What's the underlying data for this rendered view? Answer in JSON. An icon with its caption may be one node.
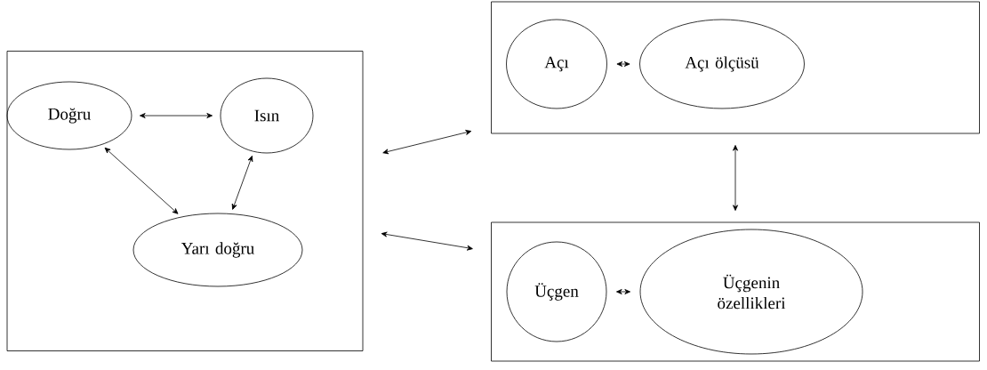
{
  "diagram": {
    "nodes": [
      {
        "text": [],
        "shape": "box"
      },
      {
        "text": [
          "Doğru"
        ],
        "in": 0
      },
      {
        "text": [
          "Isın"
        ],
        "in": 0
      },
      {
        "text": [
          "Yarı doğru"
        ],
        "in": 0
      },
      {
        "text": [],
        "shape": "box"
      },
      {
        "text": [
          "Açı"
        ],
        "in": 4
      },
      {
        "text": [
          "Açı ölçüsü"
        ],
        "in": 4
      },
      {
        "text": [],
        "shape": "box"
      },
      {
        "text": [
          "Üçgen"
        ],
        "in": 7
      },
      {
        "text": [
          "Üçgenin özellikleri"
        ],
        "in": 7
      }
    ],
    "edges": [
      {
        "from": 1,
        "to": 2,
        "arrow": "both"
      },
      {
        "from": 1,
        "to": 3,
        "arrow": "both"
      },
      {
        "from": 2,
        "to": 3,
        "arrow": "both"
      },
      {
        "from": 0,
        "to": 4,
        "arrow": "both"
      },
      {
        "from": 0,
        "to": 7,
        "arrow": "both"
      },
      {
        "from": 5,
        "to": 6,
        "arrow": "both"
      },
      {
        "from": 4,
        "to": 7,
        "arrow": "both"
      },
      {
        "from": 8,
        "to": 9,
        "arrow": "both"
      }
    ]
  }
}
